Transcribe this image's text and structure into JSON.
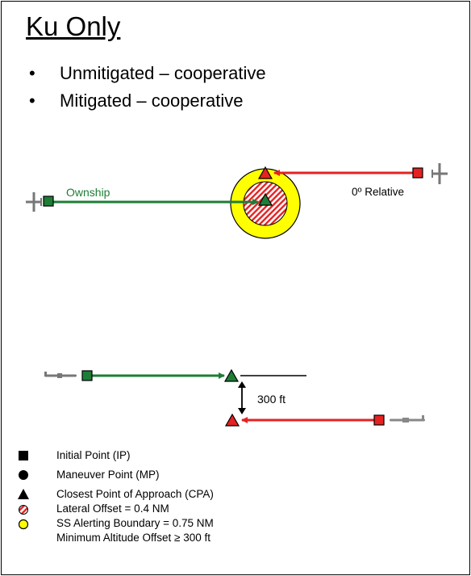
{
  "title": "Ku Only",
  "bullets": [
    "Unmitigated – cooperative",
    "Mitigated – cooperative"
  ],
  "top_scenario": {
    "ownship_label": "Ownship",
    "intruder_label": "0º Relative"
  },
  "bottom_scenario": {
    "altitude_label": "300 ft"
  },
  "colors": {
    "ownship": "#1e7d36",
    "intruder": "#e52222",
    "alerting_boundary": "#ffff00"
  },
  "legend": [
    {
      "icon": "square-icon",
      "label": "Initial Point (IP)"
    },
    {
      "icon": "circle-icon",
      "label": "Maneuver Point (MP)"
    },
    {
      "icon": "triangle-icon",
      "label": "Closest Point of Approach (CPA)"
    },
    {
      "icon": "hatched-circle-icon",
      "label": "Lateral Offset = 0.4 NM"
    },
    {
      "icon": "yellow-circle-icon",
      "label": "SS Alerting Boundary = 0.75 NM"
    },
    {
      "icon": "",
      "label": "Minimum Altitude  Offset ≥ 300 ft"
    }
  ]
}
